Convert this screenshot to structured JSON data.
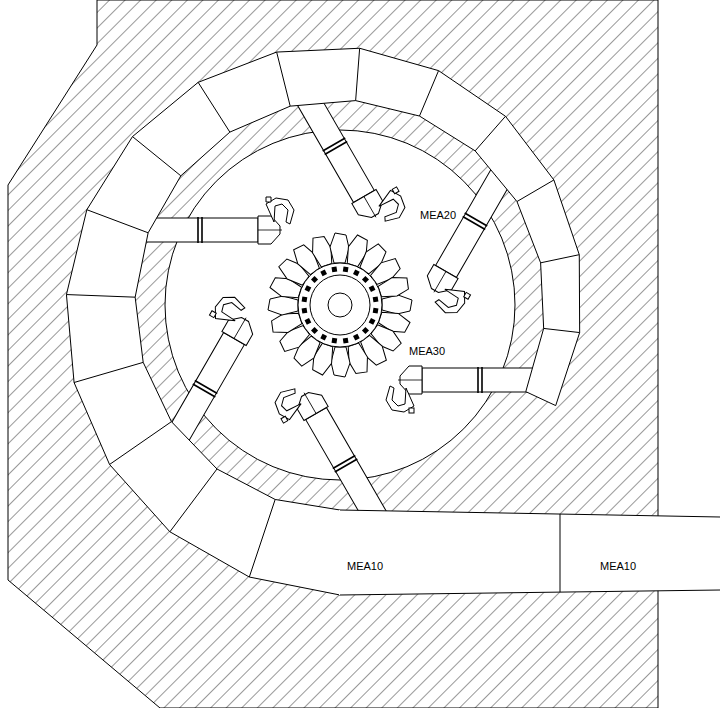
{
  "diagram": {
    "labels": [
      "MEA20",
      "MEA30",
      "MEA10",
      "MEA10"
    ]
  }
}
